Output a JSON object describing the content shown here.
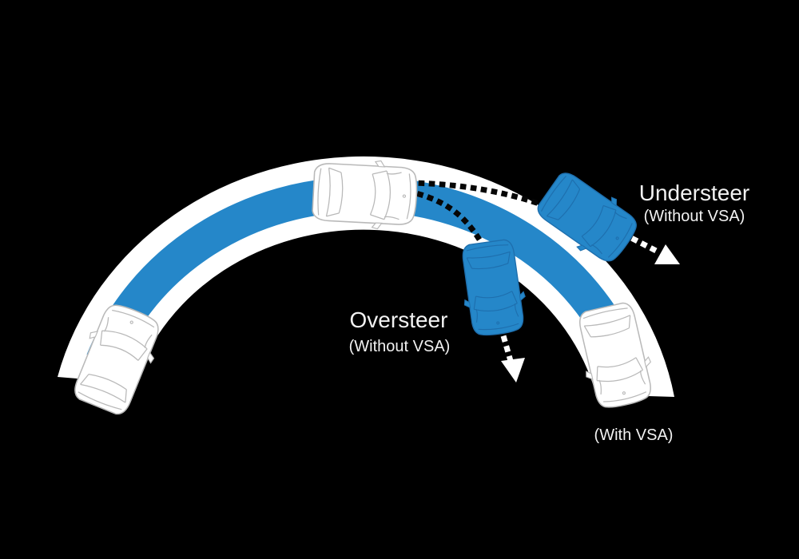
{
  "labels": {
    "understeer": {
      "title": "Understeer",
      "subtitle": "(Without VSA)"
    },
    "oversteer": {
      "title": "Oversteer",
      "subtitle": "(Without VSA)"
    },
    "with_vsa": "(With VSA)"
  },
  "colors": {
    "background": "#000000",
    "road": "#ffffff",
    "stripe": "#2587c9",
    "car_blue": "#2587c9",
    "car_blue_detail": "#1e6fae",
    "car_outline": "#b9b9b9",
    "text": "#f2f2f2"
  },
  "cars": [
    {
      "id": "car-on-course",
      "style": "white",
      "position": "apex-of-curve"
    },
    {
      "id": "car-entering-curve",
      "style": "white",
      "position": "bottom-left"
    },
    {
      "id": "car-understeer",
      "style": "blue",
      "position": "upper-right-off-road"
    },
    {
      "id": "car-oversteer",
      "style": "blue",
      "position": "center-inside-curve"
    },
    {
      "id": "car-with-vsa",
      "style": "white",
      "position": "bottom-right-on-road"
    }
  ]
}
